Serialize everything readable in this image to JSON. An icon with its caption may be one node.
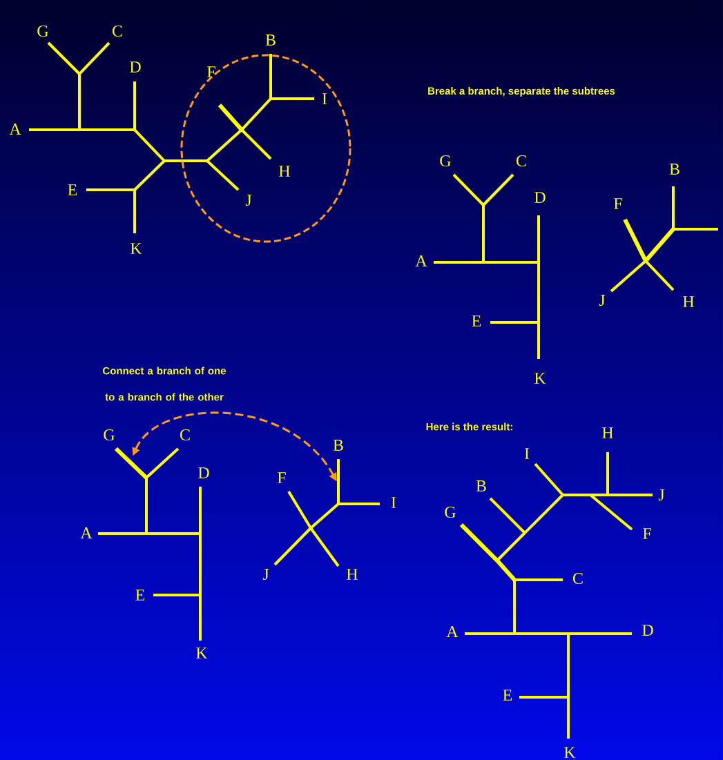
{
  "diagram": {
    "nodes": [
      {
        "text": [],
        "shape": "bar"
      },
      {
        "text": [],
        "shape": "bar"
      }
    ],
    "edges": [
      {
        "from": 0,
        "to": 1,
        "arrow": "both",
        "style": "dashed"
      }
    ],
    "labels": [
      "G",
      "C",
      "D",
      "B",
      "F",
      "I",
      "A",
      "H",
      "E",
      "J",
      "K",
      "Break a branch, separate the subtrees",
      "G",
      "C",
      "D",
      "B",
      "F",
      "A",
      "J",
      "H",
      "E",
      "K",
      "Connect a branch of one to a branch of the other",
      "Here is the result:",
      "G",
      "C",
      "H",
      "B",
      "D",
      "F",
      "I",
      "I",
      "B",
      "J",
      "A",
      "G",
      "E",
      "J",
      "H",
      "F",
      "C",
      "K",
      "A",
      "D",
      "E",
      "K"
    ]
  }
}
